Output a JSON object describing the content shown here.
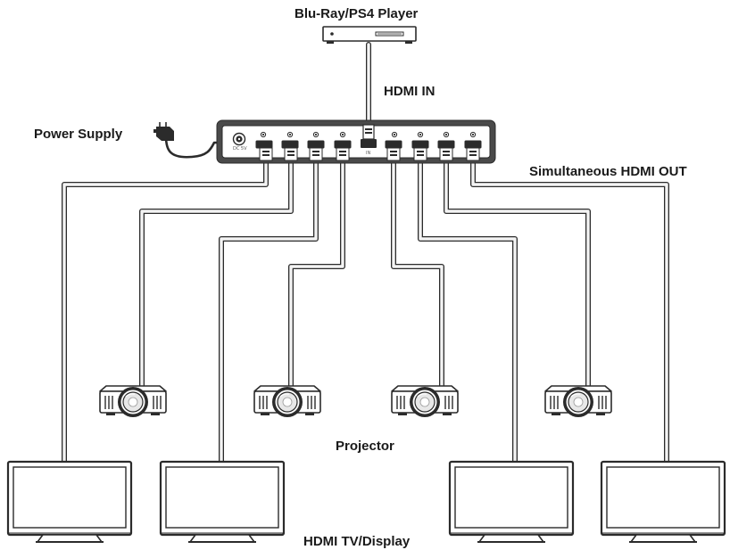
{
  "labels": {
    "source": "Blu-Ray/PS4 Player",
    "hdmi_in": "HDMI IN",
    "power_supply": "Power Supply",
    "hdmi_out": "Simultaneous HDMI OUT",
    "projector": "Projector",
    "display": "HDMI TV/Display"
  },
  "splitter": {
    "power_jack_label": "DC 5V",
    "input_port_label": "IN"
  },
  "colors": {
    "line": "#2b2b2b",
    "cable": "#f4f4f4",
    "splitter_body": "#4a4a4a",
    "device_fill": "#ffffff",
    "lens": "#e8e8e8"
  }
}
